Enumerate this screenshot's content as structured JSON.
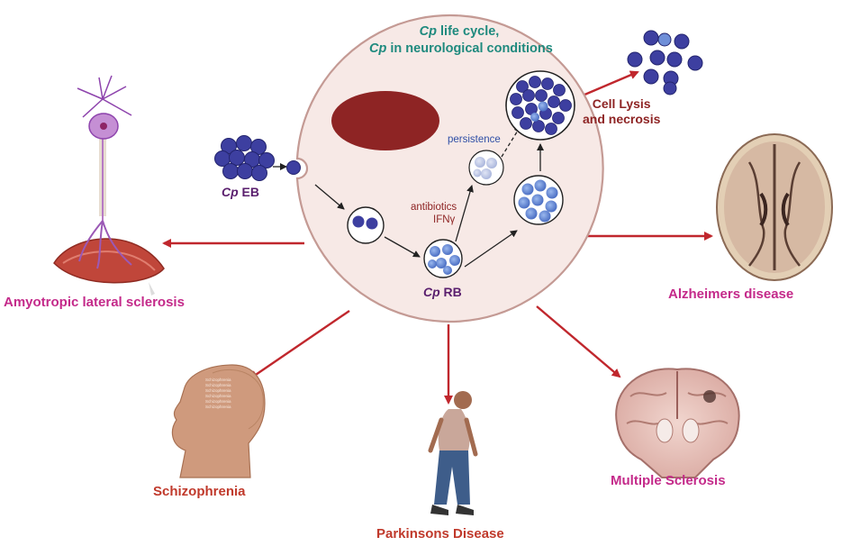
{
  "title": {
    "line1_italic": "Cp",
    "line1_rest": " life cycle,",
    "line2_italic": "Cp",
    "line2_rest": " in neurological conditions"
  },
  "labels": {
    "cp_eb_italic": "Cp",
    "cp_eb_rest": " EB",
    "cp_rb_italic": "Cp",
    "cp_rb_rest": " RB",
    "persistence": "persistence",
    "antibiotics": "antibiotics",
    "ifng": "IFNγ",
    "cell_lysis_1": "Cell Lysis",
    "cell_lysis_2": "and necrosis"
  },
  "diseases": {
    "als": "Amyotropic lateral sclerosis",
    "alzheimers": "Alzheimers disease",
    "schizophrenia": "Schizophrenia",
    "parkinsons": "Parkinsons Disease",
    "ms": "Multiple Sclerosis"
  },
  "head_words": [
    "Schizophrenia",
    "Schizophrenia",
    "Schizophrenia",
    "Schizophrenia",
    "Schizophrenia",
    "Schizophrenia"
  ],
  "colors": {
    "cell_fill": "#f7e9e6",
    "cell_stroke": "#c49a94",
    "nucleus": "#8e2424",
    "eb_blue": "#3d3fa0",
    "rb_blue": "#5c7fd0",
    "persistence_blue": "#a8b4dd",
    "arrow_red": "#c0272d",
    "title_teal": "#1f8a7e",
    "disease_pink": "#c42a8a",
    "disease_red": "#c0392b"
  }
}
